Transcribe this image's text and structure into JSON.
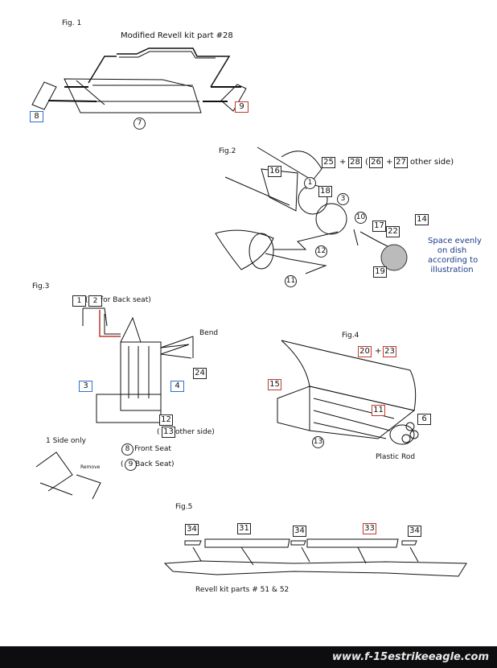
{
  "fig1": {
    "label": "Fig. 1",
    "title": "Modified Revell kit part #28",
    "parts": {
      "p8": "8",
      "p9": "9",
      "p7": "7"
    }
  },
  "fig2": {
    "label": "Fig.2",
    "header": {
      "a": "25",
      "plus1": "+",
      "b": "28",
      "open": "(",
      "c": "26",
      "plus2": "+",
      "d": "27",
      "tail": "other side)"
    },
    "parts": {
      "p16": "16",
      "p1": "1",
      "p18": "18",
      "p3": "3",
      "p10": "10",
      "p17": "17",
      "p22": "22",
      "p14": "14",
      "p12": "12",
      "p19": "19",
      "p11": "11"
    },
    "note": [
      "Space evenly",
      "on dish",
      "according to",
      "illustration"
    ]
  },
  "fig3": {
    "label": "Fig.3",
    "header": {
      "a": "1",
      "open": "(",
      "b": "2",
      "tail": "for Back seat)"
    },
    "bend": "Bend",
    "parts": {
      "p24": "24",
      "p3": "3",
      "p4": "4",
      "p12": "12",
      "p13": "13"
    },
    "other_open": "(",
    "other_side": "other side)",
    "side_only": "1 Side only",
    "remove": "Remove",
    "front_num": "8",
    "front": "Front Seat",
    "back_open": "(",
    "back_num": "9",
    "back": "Back Seat)"
  },
  "fig4": {
    "label": "Fig.4",
    "header": {
      "a": "20",
      "plus": "+",
      "b": "23"
    },
    "parts": {
      "p15": "15",
      "p11": "11",
      "p6": "6",
      "p13": "13"
    },
    "rod": "Plastic Rod"
  },
  "fig5": {
    "label": "Fig.5",
    "parts": [
      "34",
      "31",
      "34",
      "33",
      "34"
    ],
    "caption": "Revell kit parts # 51 & 52"
  },
  "footer": {
    "url": "www.f-15estrikeeagle.com"
  }
}
